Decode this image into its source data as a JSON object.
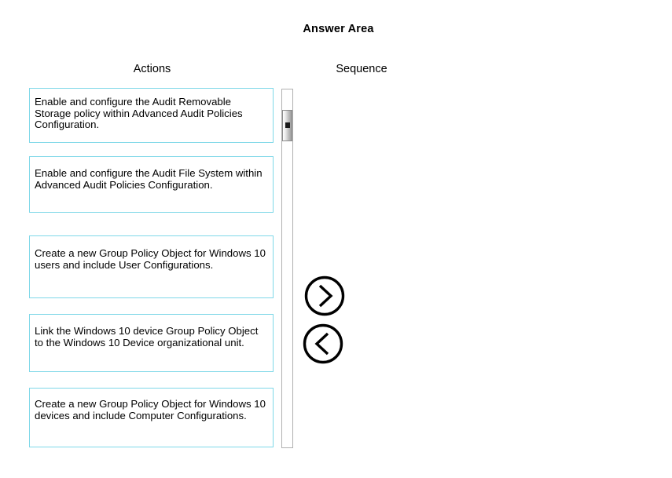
{
  "title": "Answer Area",
  "columns": {
    "actions_label": "Actions",
    "sequence_label": "Sequence"
  },
  "actions": [
    {
      "text": "Enable and configure the Audit Removable Storage policy within Advanced Audit Policies Configuration."
    },
    {
      "text": "Enable and configure the Audit File System within Advanced Audit Policies Configuration."
    },
    {
      "text": "Create a new Group Policy Object for Windows 10 users and include User Configurations."
    },
    {
      "text": "Link the Windows 10 device Group Policy Object to the Windows 10 Device organizational unit."
    },
    {
      "text": "Create a new Group Policy Object for Windows 10 devices and include Computer Configurations."
    }
  ],
  "sequence": {
    "items": []
  },
  "controls": {
    "move_right_icon": "chevron-right-circle-icon",
    "move_left_icon": "chevron-left-circle-icon",
    "scrollbar_orientation": "vertical"
  },
  "colors": {
    "card_border": "#7fd8e8",
    "background": "#ffffff",
    "text": "#000000",
    "scrollbar_border": "#b0b0b0"
  }
}
